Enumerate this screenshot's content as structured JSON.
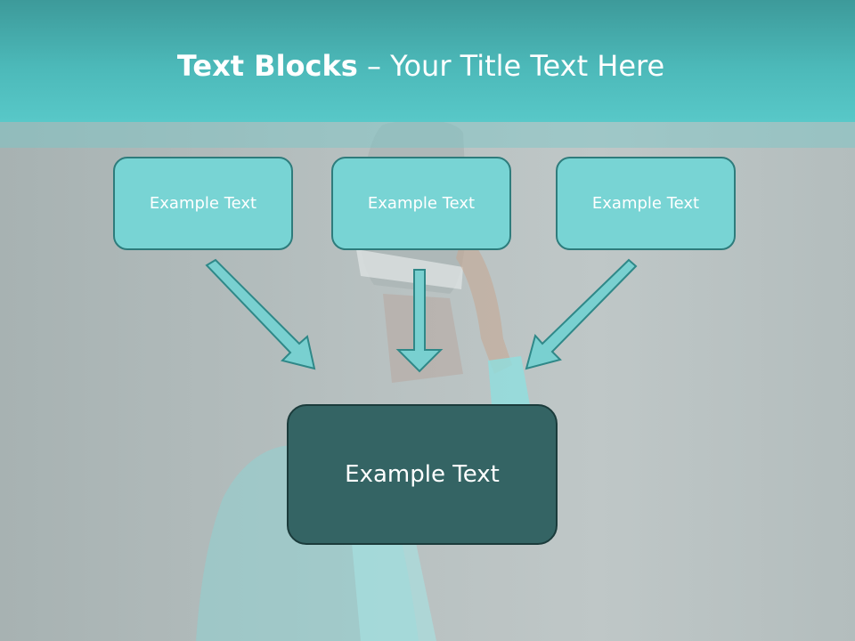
{
  "slide": {
    "title_bold": "Text Blocks",
    "title_dash": " – ",
    "title_rest": "Your Title Text Here",
    "blocks": [
      {
        "label": "Example Text"
      },
      {
        "label": "Example Text"
      },
      {
        "label": "Example Text"
      }
    ],
    "main_block": {
      "label": "Example Text"
    },
    "colors": {
      "accent": "#58c8c8",
      "box_fill": "#78d4d4",
      "box_border": "#2e7c7c",
      "main_fill": "#346464",
      "arrow_fill": "#79d0d0",
      "arrow_stroke": "#2f8888"
    }
  }
}
